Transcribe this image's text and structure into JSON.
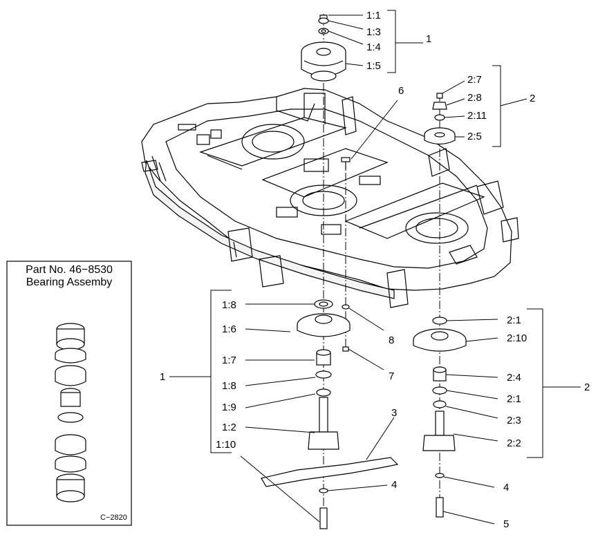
{
  "inset": {
    "title_line1": "Part No. 46−8530",
    "title_line2": "Bearing Assemby",
    "drawing_number": "C−2820"
  },
  "callouts": [
    {
      "id": "c_1_1",
      "text": "1:1"
    },
    {
      "id": "c_1_3",
      "text": "1:3"
    },
    {
      "id": "c_1_4",
      "text": "1:4"
    },
    {
      "id": "c_1_5",
      "text": "1:5"
    },
    {
      "id": "c_1_top",
      "text": "1"
    },
    {
      "id": "c_2_7",
      "text": "2:7"
    },
    {
      "id": "c_2_8",
      "text": "2:8"
    },
    {
      "id": "c_2_11",
      "text": "2:11"
    },
    {
      "id": "c_2_5",
      "text": "2:5"
    },
    {
      "id": "c_2_top",
      "text": "2"
    },
    {
      "id": "c_6",
      "text": "6"
    },
    {
      "id": "c_1_8a",
      "text": "1:8"
    },
    {
      "id": "c_1_6",
      "text": "1:6"
    },
    {
      "id": "c_1_7",
      "text": "1:7"
    },
    {
      "id": "c_1_8b",
      "text": "1:8"
    },
    {
      "id": "c_1_9",
      "text": "1:9"
    },
    {
      "id": "c_1_2",
      "text": "1:2"
    },
    {
      "id": "c_1_10",
      "text": "1:10"
    },
    {
      "id": "c_1_left",
      "text": "1"
    },
    {
      "id": "c_8",
      "text": "8"
    },
    {
      "id": "c_7",
      "text": "7"
    },
    {
      "id": "c_3",
      "text": "3"
    },
    {
      "id": "c_4a",
      "text": "4"
    },
    {
      "id": "c_2_1a",
      "text": "2:1"
    },
    {
      "id": "c_2_10",
      "text": "2:10"
    },
    {
      "id": "c_2_4",
      "text": "2:4"
    },
    {
      "id": "c_2_1b",
      "text": "2:1"
    },
    {
      "id": "c_2_3",
      "text": "2:3"
    },
    {
      "id": "c_2_2",
      "text": "2:2"
    },
    {
      "id": "c_2_right",
      "text": "2"
    },
    {
      "id": "c_4b",
      "text": "4"
    },
    {
      "id": "c_5",
      "text": "5"
    }
  ]
}
